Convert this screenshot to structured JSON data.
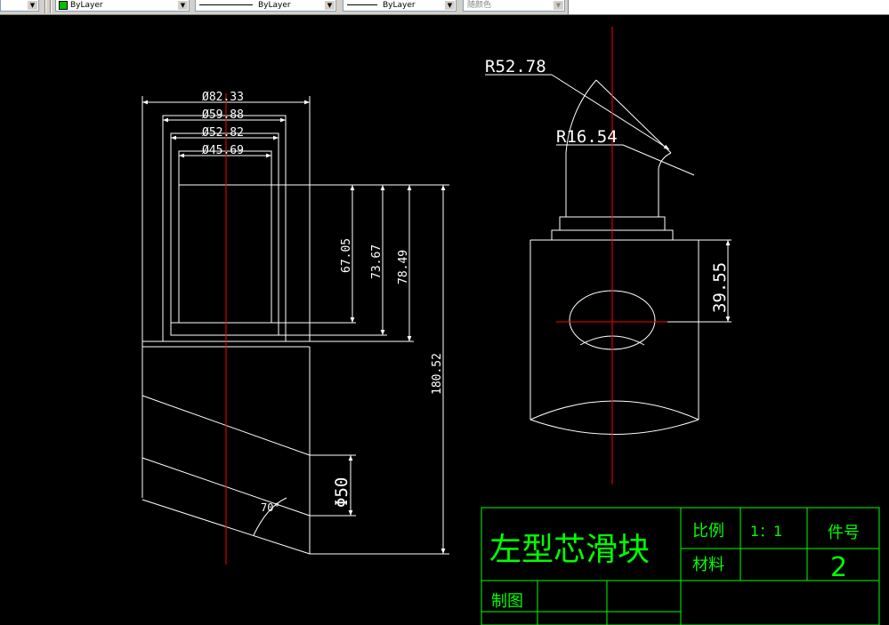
{
  "toolbar": {
    "layer_combo": "ByLayer",
    "linetype_combo": "ByLayer",
    "lineweight_combo": "ByLayer",
    "plotstyle_combo": "随颜色",
    "layer_color": "#00c000"
  },
  "drawing": {
    "dims": {
      "d1": "Ø82.33",
      "d2": "Ø59.88",
      "d3": "Ø52.82",
      "d4": "Ø45.69",
      "h1": "67.05",
      "h2": "73.67",
      "h3": "78.49",
      "h4": "180.52",
      "phi50": "Φ50",
      "angle": "70°",
      "r1": "R52.78",
      "r2": "R16.54",
      "h5": "39.55"
    }
  },
  "title_block": {
    "part_name": "左型芯滑块",
    "scale_label": "比例",
    "scale_value": "1：1",
    "part_no_label": "件号",
    "part_no_value": "2",
    "material_label": "材料",
    "drawn_label": "制图"
  },
  "colors": {
    "background": "#000000",
    "lines": "#ffffff",
    "centerline": "#ff0000",
    "titleblock": "#00ff00"
  }
}
